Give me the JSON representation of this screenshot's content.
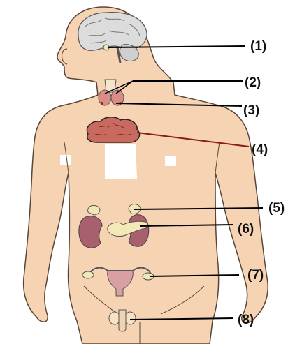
{
  "diagram": {
    "labels": [
      "(1)",
      "(2)",
      "(3)",
      "(4)",
      "(5)",
      "(6)",
      "(7)",
      "(8)"
    ]
  },
  "colors": {
    "skin": "#f6d3b3",
    "outline": "#5a4638",
    "brain": "#dcdcdc",
    "kidney": "#a8606c",
    "thymus": "#c96a60",
    "thyroid": "#d98d86",
    "uterus": "#d8a0a3",
    "leader_line": "#000000",
    "thymus_line": "#8b1a1a"
  }
}
